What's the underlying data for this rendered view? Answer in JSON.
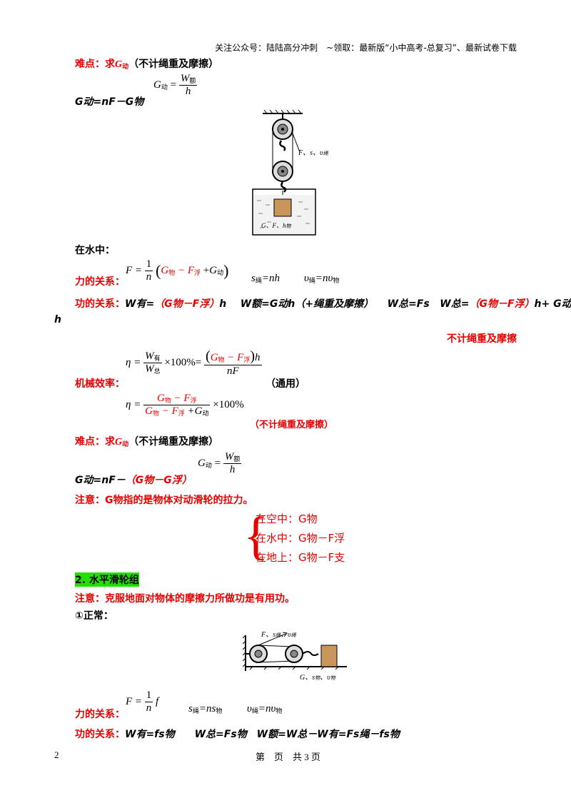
{
  "header": {
    "text": "关注公众号：陆陆高分冲刺　~领取：最新版“小中高考-总复习”、最新试卷下载"
  },
  "sec1": {
    "difficulty_title": "难点：求",
    "g_dong": "G",
    "g_dong_sub": "动",
    "condition": "（不计绳重及摩擦）",
    "formula_label": "G动=nF－G物",
    "frac_lhs": "G",
    "frac_lhs_sub": "动",
    "frac_num": "W",
    "frac_num_sub": "额",
    "frac_den": "h"
  },
  "figure1": {
    "label_top": "F、s、υ",
    "label_top_sub": "绳",
    "label_bottom": "G、F、h",
    "label_bottom_sub": "物"
  },
  "water": {
    "title": "在水中：",
    "force_label": "力的关系：",
    "force_lhs": "F =",
    "force_coef_num": "1",
    "force_coef_den": "n",
    "g_wu": "G",
    "g_wu_sub": "物",
    "f_fu": "F",
    "f_fu_sub": "浮",
    "g_dong": "G",
    "g_dong_sub": "动",
    "s_rel": "s",
    "s_sub": "绳",
    "s_rhs": "=nh",
    "v_rel": "υ",
    "v_sub": "绳",
    "v_rhs": "=nυ",
    "v_rhs_sub": "物",
    "work_label": "功的关系：",
    "work_part1": "W有=",
    "work_part1_red": "（G物－F浮）",
    "work_part1_end": "h",
    "work_part2": "W额=G动h（+绳重及摩擦）",
    "work_part3": "W总=Fs",
    "work_part4": "W总=",
    "work_part4_red": "（G物－F浮）",
    "work_part4_end": "h+ G动",
    "work_wrap": "h",
    "note_right": "不计绳重及摩擦",
    "eff_label": "机械效率：",
    "eff_eta": "η =",
    "eff_w_you": "W",
    "eff_w_you_sub": "有",
    "eff_w_zong": "W",
    "eff_w_zong_sub": "总",
    "eff_times": "×100%=",
    "eff_den2": "nF",
    "eff_general": "（通用）",
    "eff2_times": "×100%",
    "eff2_note": "（不计绳重及摩擦）",
    "difficulty_title": "难点：求",
    "difficulty_g": "G",
    "difficulty_g_sub": "动",
    "difficulty_cond": "（不计绳重及摩擦）",
    "formula_black": "G动=nF－",
    "formula_red": "（G物－G浮）",
    "notice": "注意：G物指的是物体对动滑轮的拉力。",
    "cases": [
      "在空中：G物",
      "在水中：G物－F浮",
      "在地上：G物－F支"
    ]
  },
  "sec2": {
    "title": "2. 水平滑轮组",
    "notice": "注意：克服地面对物体的摩擦力所做功是有用功。",
    "normal": "①正常：",
    "fig_top": "F、s",
    "fig_top_rest": "、υ",
    "fig_top_sub1": "绳",
    "fig_top_sub2": "绳",
    "fig_bottom": "G、s",
    "fig_bottom_rest": "、υ",
    "fig_bottom_sub1": "物",
    "fig_bottom_sub2": "物",
    "force_label": "力的关系：",
    "force_lhs": "F =",
    "force_num": "1",
    "force_den": "n",
    "force_f": "f",
    "s_rel": "s",
    "s_sub": "绳",
    "s_rhs": "=ns",
    "s_rhs_sub": "物",
    "v_rel": "υ",
    "v_sub": "绳",
    "v_rhs": "=nυ",
    "v_rhs_sub": "物",
    "work_label": "功的关系：",
    "work_text": "W有=fs物　　W总=Fs物　W额=W总－W有=Fs绳－fs物"
  },
  "footer": {
    "page_num": "2",
    "page_text": "第　页　共 3 页"
  }
}
